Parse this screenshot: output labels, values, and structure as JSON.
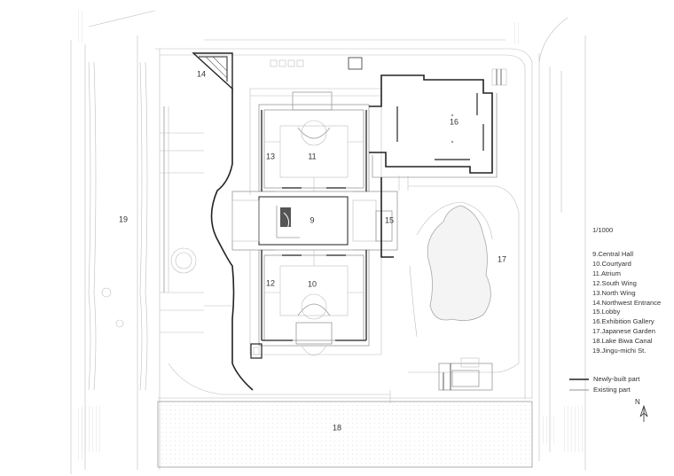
{
  "areas": {
    "a9": "9",
    "a10": "10",
    "a11": "11",
    "a12": "12",
    "a13": "13",
    "a14": "14",
    "a15": "15",
    "a16": "16",
    "a17": "17",
    "a18": "18",
    "a19": "19"
  },
  "legend": {
    "scale": "1/1000",
    "items": [
      "9.Central Hall",
      "10.Courtyard",
      "11.Atrium",
      "12.South Wing",
      "13.North Wing",
      "14.Northwest Entrance",
      "15.Lobby",
      "16.Exhibition Gallery",
      "17.Japanese Garden",
      "18.Lake Biwa Canal",
      "19.Jingu-michi St."
    ],
    "newly_built": "Newly-built part",
    "existing": "Existing part",
    "newly_built_color": "#222222",
    "existing_color": "#b5b5b5"
  },
  "north": "N"
}
